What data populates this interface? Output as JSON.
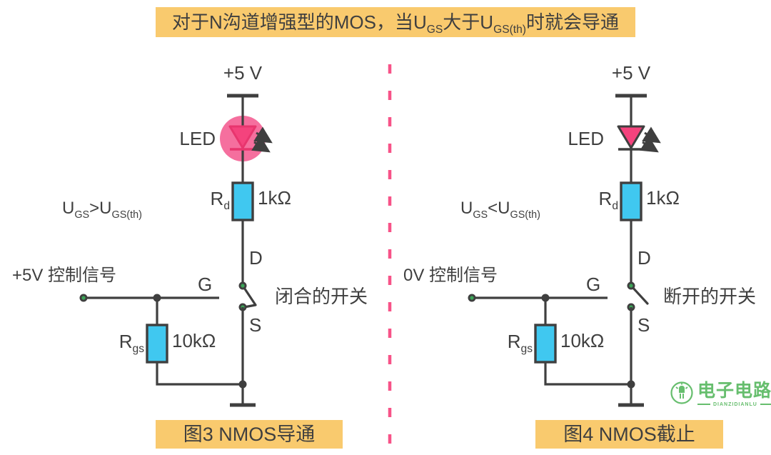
{
  "banner": {
    "part1": "对于N沟道增强型的MOS，当U",
    "sub1": "GS",
    "part2": "大于U",
    "sub2": "GS(th)",
    "part3": "时就会导通"
  },
  "colors": {
    "accent_yellow": "#F9CA6E",
    "ink": "#3F3F3F",
    "resistor_fill": "#40C8F0",
    "led_pink": "#F4437D",
    "led_glow": "#F56F9E",
    "led_stroke_on": "#E8356E",
    "divider_pink": "#F75388",
    "terminal_green": "#3BA457",
    "logo_green": "#67BE6E"
  },
  "left": {
    "supply": "+5 V",
    "led": "LED",
    "led_state": "on",
    "rd": {
      "r": "R",
      "sub": "d",
      "value": "1kΩ"
    },
    "drain": "D",
    "gate": "G",
    "source": "S",
    "condition": {
      "u1": "U",
      "gs1": "GS",
      "op": ">",
      "u2": "U",
      "gs2": "GS(th)"
    },
    "control": "+5V 控制信号",
    "switch_label": "闭合的开关",
    "rgs": {
      "r": "R",
      "sub": "gs",
      "value": "10kΩ"
    },
    "caption": "图3 NMOS导通"
  },
  "right": {
    "supply": "+5 V",
    "led": "LED",
    "led_state": "off",
    "rd": {
      "r": "R",
      "sub": "d",
      "value": "1kΩ"
    },
    "drain": "D",
    "gate": "G",
    "source": "S",
    "condition": {
      "u1": "U",
      "gs1": "GS",
      "op": "<",
      "u2": "U",
      "gs2": "GS(th)"
    },
    "control": "0V 控制信号",
    "switch_label": "断开的开关",
    "rgs": {
      "r": "R",
      "sub": "gs",
      "value": "10kΩ"
    },
    "caption": "图4 NMOS截止"
  },
  "logo": {
    "name": "电子电路",
    "subtitle": "DIANZIDIANLU"
  }
}
